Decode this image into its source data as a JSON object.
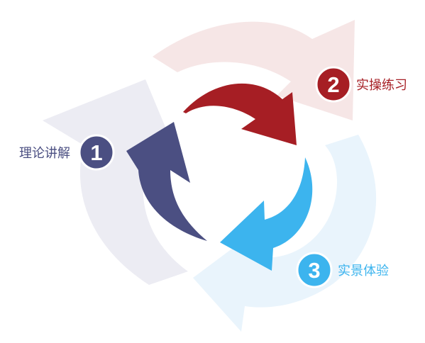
{
  "steps": [
    {
      "number": "1",
      "label": "理论讲解",
      "color": "#4b4f82"
    },
    {
      "number": "2",
      "label": "实操练习",
      "color": "#a61e24"
    },
    {
      "number": "3",
      "label": "实景体验",
      "color": "#3cb4ee"
    }
  ],
  "colors": {
    "ghost_red": "#f6e6e6",
    "ghost_purple": "#ececf3",
    "ghost_blue": "#e9f4fc"
  }
}
